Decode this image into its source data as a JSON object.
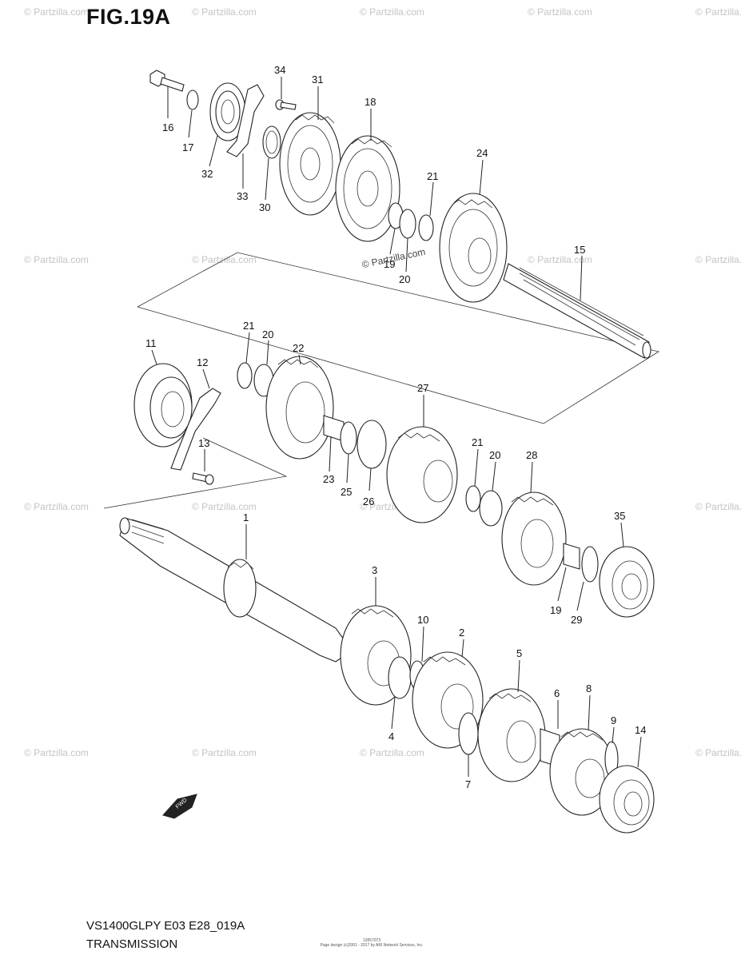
{
  "figure": {
    "title": "FIG.19A",
    "model_code": "VS1400GLPY E03 E28_019A",
    "section_name": "TRANSMISSION",
    "credit_line_1": "12857073",
    "credit_line_2": "Page design (c)2001 - 2017 by ARI Network Services, Inc."
  },
  "watermarks": {
    "text": "© Partzilla.com",
    "center_text": "© Partzilla.com"
  },
  "callouts": [
    {
      "id": "16",
      "label": "16"
    },
    {
      "id": "17",
      "label": "17"
    },
    {
      "id": "32",
      "label": "32"
    },
    {
      "id": "33",
      "label": "33"
    },
    {
      "id": "30",
      "label": "30"
    },
    {
      "id": "34",
      "label": "34"
    },
    {
      "id": "31",
      "label": "31"
    },
    {
      "id": "18",
      "label": "18"
    },
    {
      "id": "19a",
      "label": "19"
    },
    {
      "id": "20a",
      "label": "20"
    },
    {
      "id": "21a",
      "label": "21"
    },
    {
      "id": "24",
      "label": "24"
    },
    {
      "id": "15",
      "label": "15"
    },
    {
      "id": "11",
      "label": "11"
    },
    {
      "id": "12",
      "label": "12"
    },
    {
      "id": "13",
      "label": "13"
    },
    {
      "id": "21b",
      "label": "21"
    },
    {
      "id": "20b",
      "label": "20"
    },
    {
      "id": "22",
      "label": "22"
    },
    {
      "id": "23",
      "label": "23"
    },
    {
      "id": "25",
      "label": "25"
    },
    {
      "id": "26",
      "label": "26"
    },
    {
      "id": "27",
      "label": "27"
    },
    {
      "id": "21c",
      "label": "21"
    },
    {
      "id": "20c",
      "label": "20"
    },
    {
      "id": "28",
      "label": "28"
    },
    {
      "id": "35",
      "label": "35"
    },
    {
      "id": "19b",
      "label": "19"
    },
    {
      "id": "29",
      "label": "29"
    },
    {
      "id": "1",
      "label": "1"
    },
    {
      "id": "3",
      "label": "3"
    },
    {
      "id": "10",
      "label": "10"
    },
    {
      "id": "2",
      "label": "2"
    },
    {
      "id": "4",
      "label": "4"
    },
    {
      "id": "5",
      "label": "5"
    },
    {
      "id": "6",
      "label": "6"
    },
    {
      "id": "7",
      "label": "7"
    },
    {
      "id": "8",
      "label": "8"
    },
    {
      "id": "9",
      "label": "9"
    },
    {
      "id": "14",
      "label": "14"
    }
  ],
  "direction_marker": {
    "label": "FWD",
    "icon": "fwd-arrow-icon"
  }
}
